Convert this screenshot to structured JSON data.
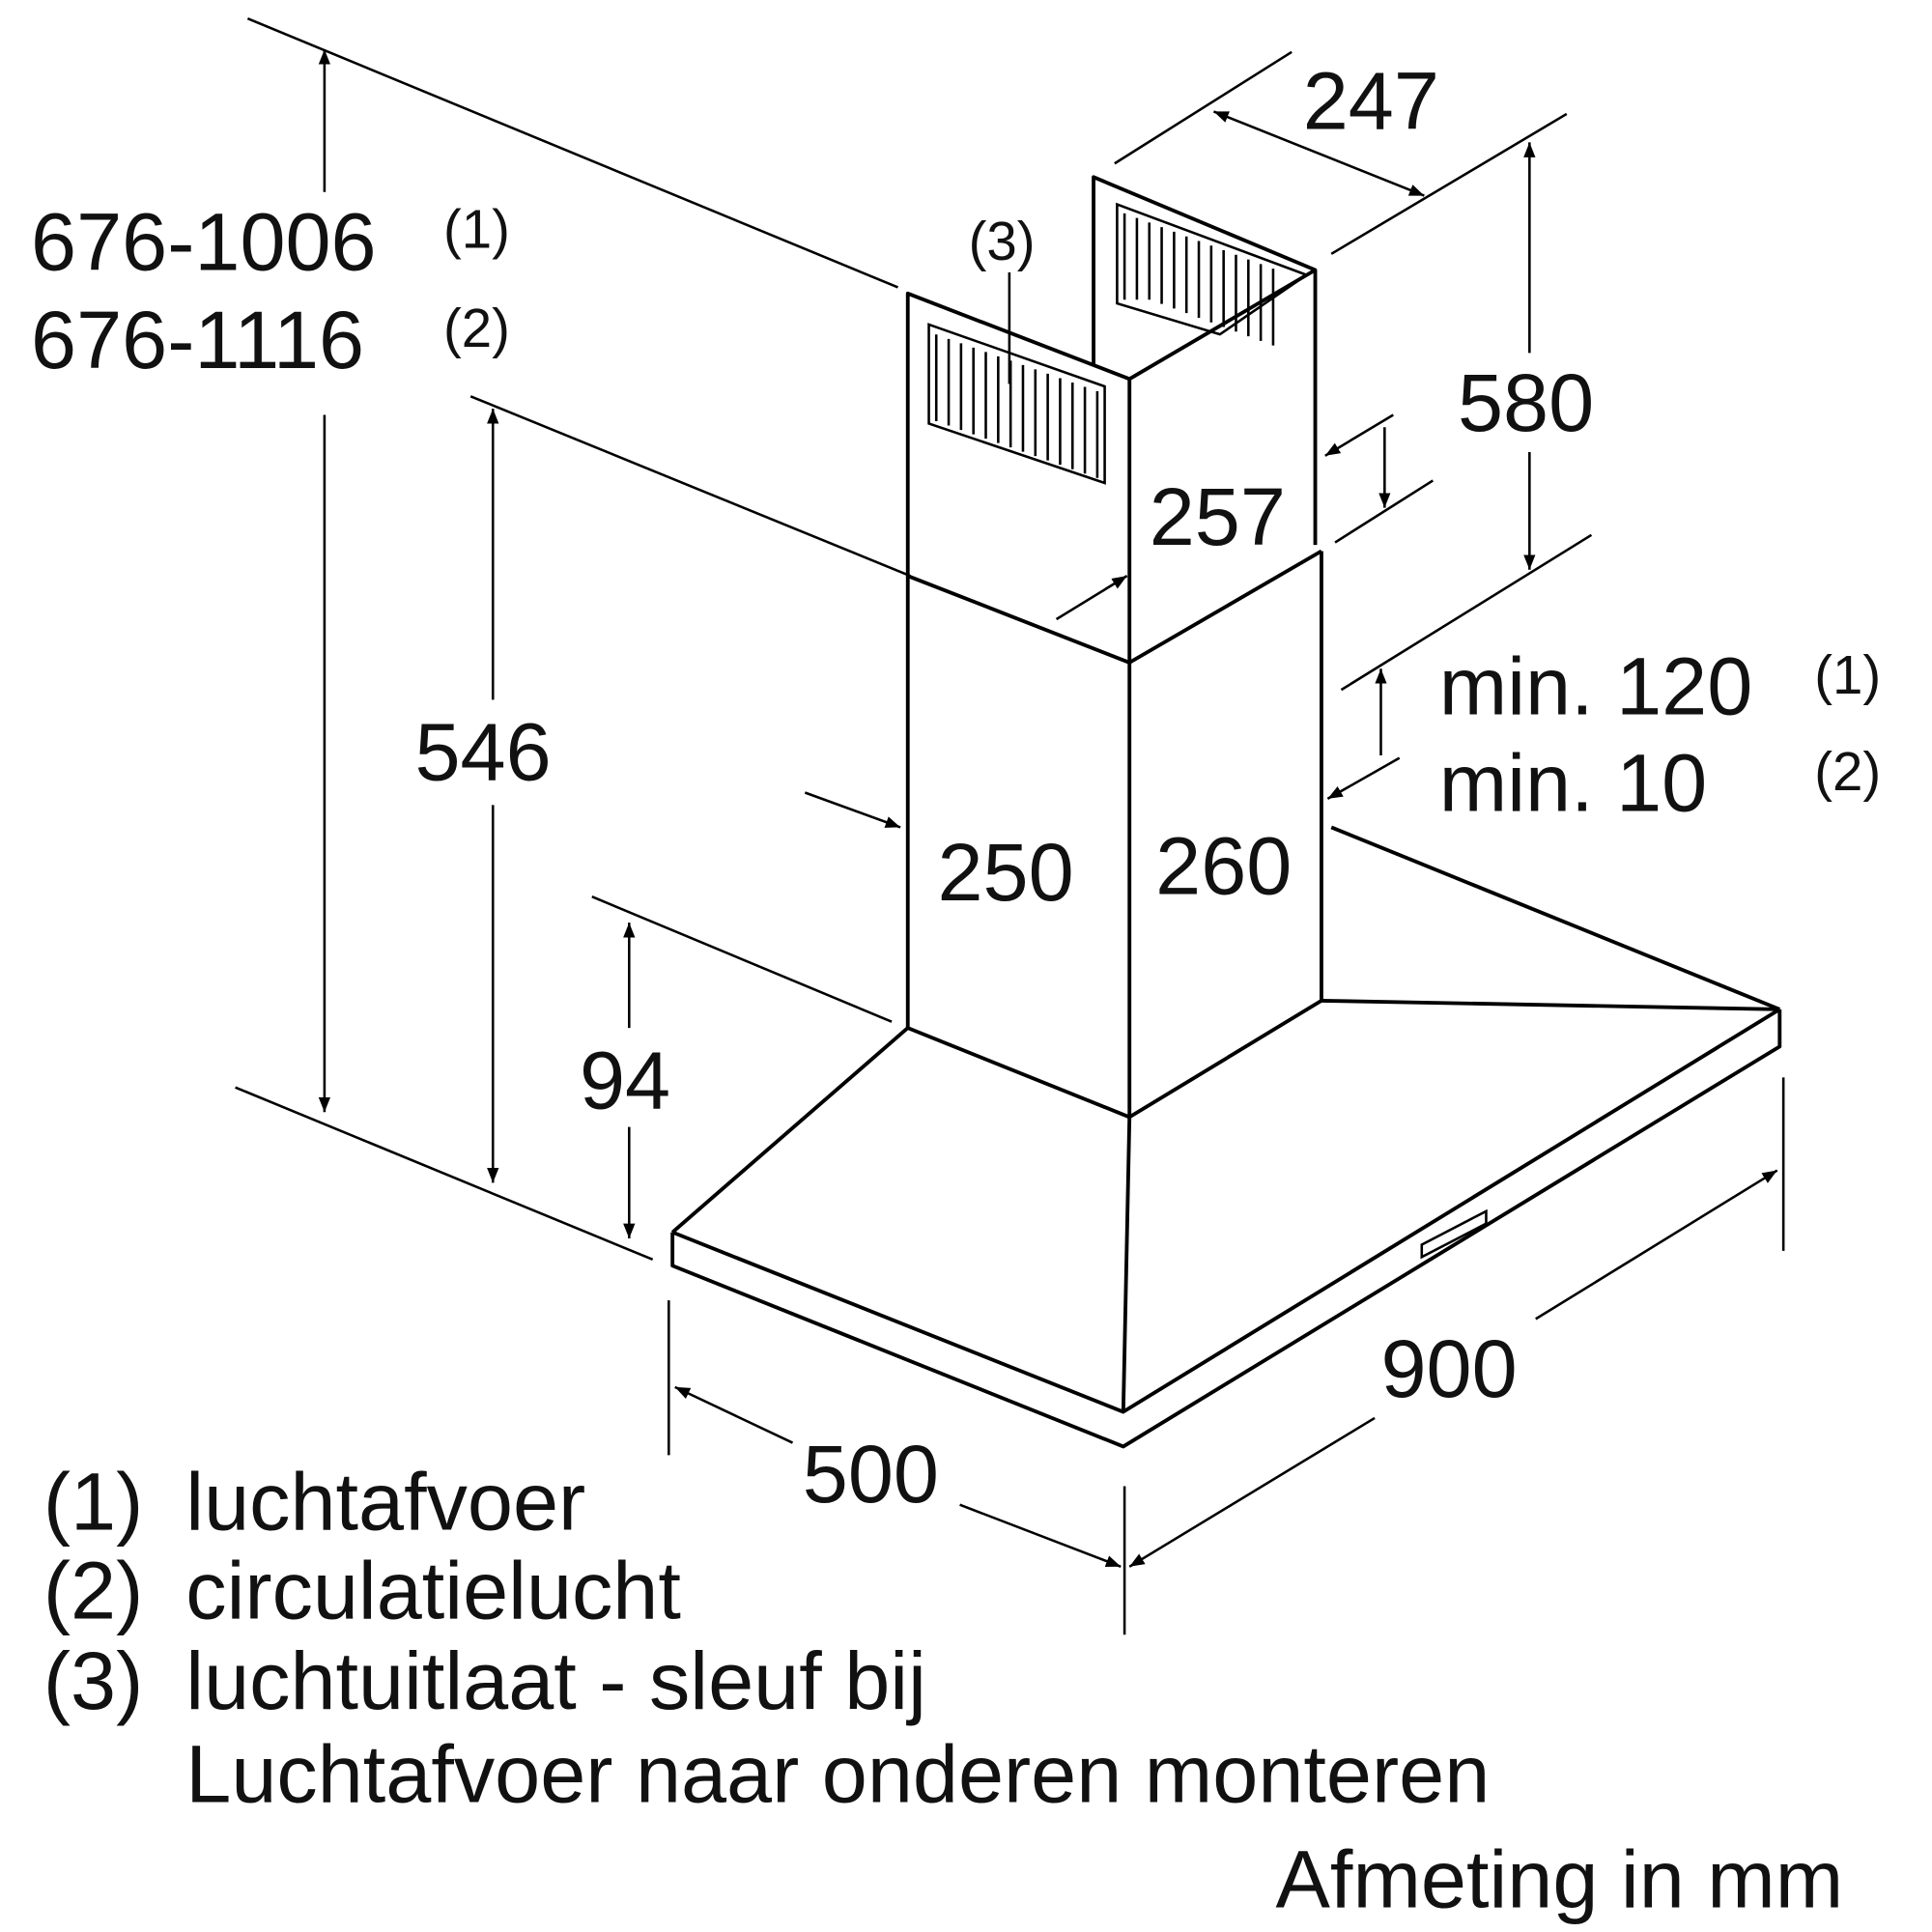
{
  "dimensions": {
    "total_height_1": "676-1006",
    "total_height_1_ref": "(1)",
    "total_height_2": "676-1116",
    "total_height_2_ref": "(2)",
    "width_top": "247",
    "chimney_upper": "580",
    "chimney_lower_height": "546",
    "upper_depth": "257",
    "lower_depth": "250",
    "lower_width": "260",
    "min_gap_1": "min. 120",
    "min_gap_1_ref": "(1)",
    "min_gap_2": "min. 10",
    "min_gap_2_ref": "(2)",
    "hood_height": "94",
    "hood_width": "900",
    "hood_depth": "500",
    "callout": "(3)"
  },
  "legend": [
    {
      "key": "(1)",
      "text": "luchtafvoer"
    },
    {
      "key": "(2)",
      "text": "circulatielucht"
    },
    {
      "key": "(3)",
      "text": "luchtuitlaat - sleuf bij"
    },
    {
      "key": "",
      "text": "Luchtafvoer naar onderen monteren"
    }
  ],
  "unit_note": "Afmeting in mm"
}
